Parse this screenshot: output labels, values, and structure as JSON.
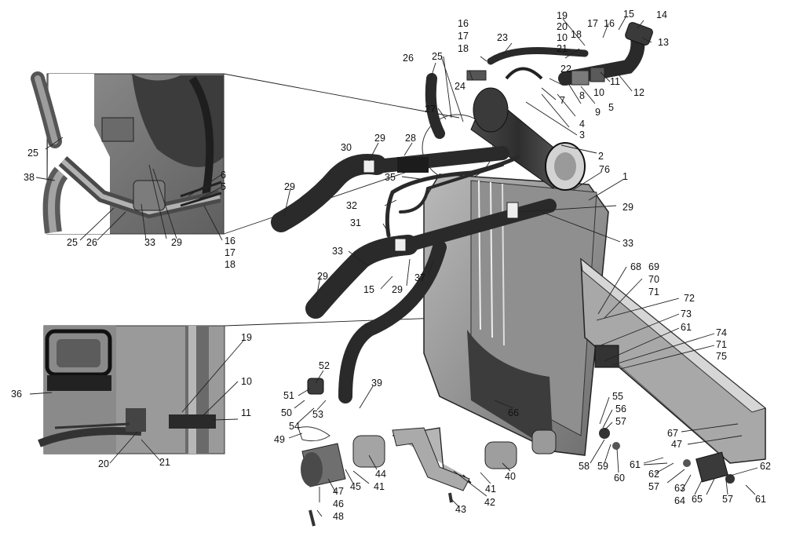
{
  "figure": {
    "callouts": [
      {
        "id": "c14",
        "text": "14"
      },
      {
        "id": "c13",
        "text": "13"
      },
      {
        "id": "c15",
        "text": "15"
      },
      {
        "id": "c16a",
        "text": "16"
      },
      {
        "id": "c17a",
        "text": "17"
      },
      {
        "id": "c19a",
        "text": "19"
      },
      {
        "id": "c20a",
        "text": "20"
      },
      {
        "id": "c10a",
        "text": "10"
      },
      {
        "id": "c21a",
        "text": "21"
      },
      {
        "id": "c18a",
        "text": "18"
      },
      {
        "id": "c16b",
        "text": "16"
      },
      {
        "id": "c17b",
        "text": "17"
      },
      {
        "id": "c18b",
        "text": "18"
      },
      {
        "id": "c23",
        "text": "23"
      },
      {
        "id": "c25a",
        "text": "25"
      },
      {
        "id": "c26a",
        "text": "26"
      },
      {
        "id": "c24",
        "text": "24"
      },
      {
        "id": "c22",
        "text": "22"
      },
      {
        "id": "c12",
        "text": "12"
      },
      {
        "id": "c11a",
        "text": "11"
      },
      {
        "id": "c10b",
        "text": "10"
      },
      {
        "id": "c5a",
        "text": "5"
      },
      {
        "id": "c7",
        "text": "7"
      },
      {
        "id": "c8",
        "text": "8"
      },
      {
        "id": "c9",
        "text": "9"
      },
      {
        "id": "c4",
        "text": "4"
      },
      {
        "id": "c3",
        "text": "3"
      },
      {
        "id": "c27",
        "text": "27"
      },
      {
        "id": "c2",
        "text": "2"
      },
      {
        "id": "c30",
        "text": "30"
      },
      {
        "id": "c29a",
        "text": "29"
      },
      {
        "id": "c28",
        "text": "28"
      },
      {
        "id": "c76",
        "text": "76"
      },
      {
        "id": "c1",
        "text": "1"
      },
      {
        "id": "c35",
        "text": "35"
      },
      {
        "id": "c29b",
        "text": "29"
      },
      {
        "id": "c32",
        "text": "32"
      },
      {
        "id": "c29c",
        "text": "29"
      },
      {
        "id": "c31",
        "text": "31"
      },
      {
        "id": "c33a",
        "text": "33"
      },
      {
        "id": "c33b",
        "text": "33"
      },
      {
        "id": "c29d",
        "text": "29"
      },
      {
        "id": "c15b",
        "text": "15"
      },
      {
        "id": "c29e",
        "text": "29"
      },
      {
        "id": "c37",
        "text": "37"
      },
      {
        "id": "c68",
        "text": "68"
      },
      {
        "id": "c69",
        "text": "69"
      },
      {
        "id": "c70",
        "text": "70"
      },
      {
        "id": "c71a",
        "text": "71"
      },
      {
        "id": "c72",
        "text": "72"
      },
      {
        "id": "c73",
        "text": "73"
      },
      {
        "id": "c61a",
        "text": "61"
      },
      {
        "id": "c74",
        "text": "74"
      },
      {
        "id": "c71b",
        "text": "71"
      },
      {
        "id": "c75",
        "text": "75"
      },
      {
        "id": "c25b",
        "text": "25"
      },
      {
        "id": "c38",
        "text": "38"
      },
      {
        "id": "c6",
        "text": "6"
      },
      {
        "id": "c5b",
        "text": "5"
      },
      {
        "id": "c25c",
        "text": "25"
      },
      {
        "id": "c26b",
        "text": "26"
      },
      {
        "id": "c33c",
        "text": "33"
      },
      {
        "id": "c29f",
        "text": "29"
      },
      {
        "id": "c16c",
        "text": "16"
      },
      {
        "id": "c17c",
        "text": "17"
      },
      {
        "id": "c18c",
        "text": "18"
      },
      {
        "id": "c19b",
        "text": "19"
      },
      {
        "id": "c10c",
        "text": "10"
      },
      {
        "id": "c11b",
        "text": "11"
      },
      {
        "id": "c36",
        "text": "36"
      },
      {
        "id": "c20b",
        "text": "20"
      },
      {
        "id": "c21b",
        "text": "21"
      },
      {
        "id": "c52",
        "text": "52"
      },
      {
        "id": "c51",
        "text": "51"
      },
      {
        "id": "c50",
        "text": "50"
      },
      {
        "id": "c53",
        "text": "53"
      },
      {
        "id": "c54",
        "text": "54"
      },
      {
        "id": "c49",
        "text": "49"
      },
      {
        "id": "c39",
        "text": "39"
      },
      {
        "id": "c66",
        "text": "66"
      },
      {
        "id": "c55",
        "text": "55"
      },
      {
        "id": "c56",
        "text": "56"
      },
      {
        "id": "c57a",
        "text": "57"
      },
      {
        "id": "c67",
        "text": "67"
      },
      {
        "id": "c47a",
        "text": "47"
      },
      {
        "id": "c44",
        "text": "44"
      },
      {
        "id": "c45",
        "text": "45"
      },
      {
        "id": "c41a",
        "text": "41"
      },
      {
        "id": "c47b",
        "text": "47"
      },
      {
        "id": "c46",
        "text": "46"
      },
      {
        "id": "c48",
        "text": "48"
      },
      {
        "id": "c42",
        "text": "42"
      },
      {
        "id": "c41b",
        "text": "41"
      },
      {
        "id": "c40",
        "text": "40"
      },
      {
        "id": "c43",
        "text": "43"
      },
      {
        "id": "c58",
        "text": "58"
      },
      {
        "id": "c59",
        "text": "59"
      },
      {
        "id": "c60",
        "text": "60"
      },
      {
        "id": "c61b",
        "text": "61"
      },
      {
        "id": "c62a",
        "text": "62"
      },
      {
        "id": "c57b",
        "text": "57"
      },
      {
        "id": "c63",
        "text": "63"
      },
      {
        "id": "c64",
        "text": "64"
      },
      {
        "id": "c65",
        "text": "65"
      },
      {
        "id": "c57c",
        "text": "57"
      },
      {
        "id": "c62b",
        "text": "62"
      },
      {
        "id": "c61c",
        "text": "61"
      }
    ]
  }
}
